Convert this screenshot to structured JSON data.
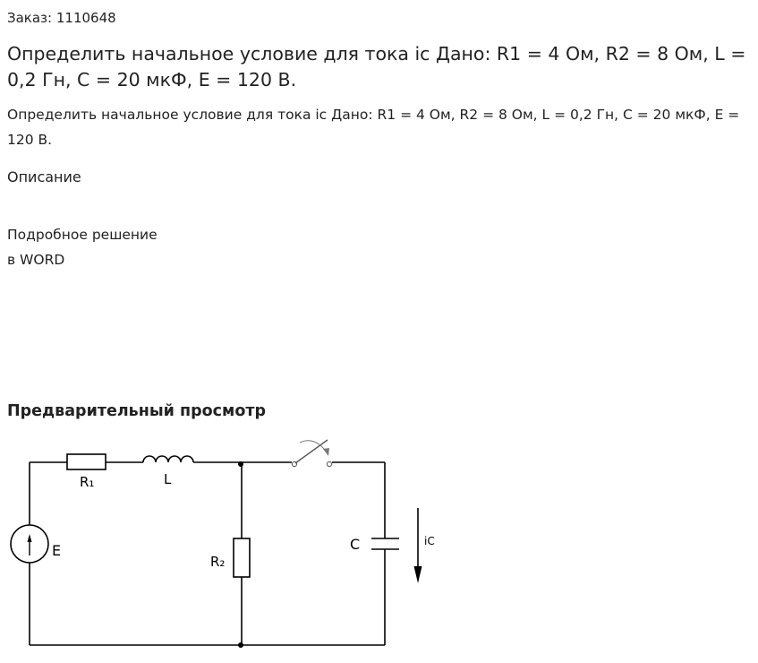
{
  "order": {
    "label": "Заказ: 1110648"
  },
  "task": {
    "title": "Определить начальное условие для тока ic Дано: R1 = 4 Ом, R2 = 8 Ом, L = 0,2 Гн, C = 20 мкФ, E = 120 В.",
    "subtitle": "Определить начальное условие для тока ic Дано: R1 = 4 Ом, R2 = 8 Ом, L = 0,2 Гн, C = 20 мкФ, E = 120 В."
  },
  "description": {
    "heading": "Описание",
    "lines": [
      "Подробное решение",
      "в WORD"
    ]
  },
  "preview": {
    "heading": "Предварительный просмотр"
  },
  "circuit": {
    "labels": {
      "r1": "R₁",
      "l": "L",
      "e": "E",
      "r2": "R₂",
      "c": "C",
      "ic": "iC"
    }
  }
}
